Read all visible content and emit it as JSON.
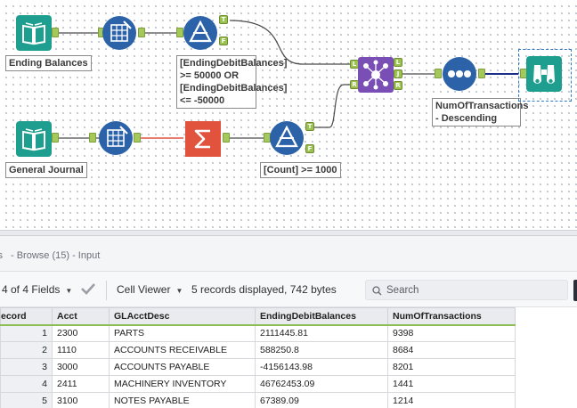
{
  "canvas": {
    "annotations": {
      "ending_balances": "Ending Balances",
      "general_journal": "General Journal",
      "filter_balance": "[EndingDebitBalances] >= 50000 OR [EndingDebitBalances] <= -50000",
      "filter_count": "[Count] >= 1000",
      "sort": "NumOfTransactions - Descending"
    },
    "anchor_labels": {
      "true": "T",
      "false": "F",
      "left": "L",
      "join": "J",
      "right": "R"
    },
    "tool_icons": {
      "input": "book-icon",
      "select": "select-columns-icon",
      "filter": "filter-triangle-icon",
      "summarize": "sigma-icon",
      "join": "join-icon",
      "sort": "sort-dots-icon",
      "browse": "binoculars-icon"
    },
    "colors": {
      "input": "#1d9e8e",
      "select": "#2c63a8",
      "filter": "#2c63a8",
      "summarize": "#e2533e",
      "join": "#7a4fb5",
      "sort": "#2c63a8",
      "browse": "#1d9e8e",
      "anchor": "#a4c85a",
      "selection": "#2d79c7"
    }
  },
  "results": {
    "title_prefix": "lts",
    "title_rest": " - Browse (15) - Input",
    "toolbar": {
      "fields": "4 of 4 Fields",
      "viewer": "Cell Viewer",
      "records_info": "5 records displayed, 742 bytes",
      "search_placeholder": "Search"
    },
    "columns": [
      "ecord",
      "Acct",
      "GLAcctDesc",
      "EndingDebitBalances",
      "NumOfTransactions"
    ],
    "rows": [
      [
        "1",
        "2300",
        "PARTS",
        "2111445.81",
        "9398"
      ],
      [
        "2",
        "1110",
        "ACCOUNTS RECEIVABLE",
        "588250.8",
        "8684"
      ],
      [
        "3",
        "3000",
        "ACCOUNTS PAYABLE",
        "-4156143.98",
        "8201"
      ],
      [
        "4",
        "2411",
        "MACHINERY INVENTORY",
        "46762453.09",
        "1441"
      ],
      [
        "5",
        "3100",
        "NOTES PAYABLE",
        "67389.09",
        "1214"
      ]
    ]
  }
}
